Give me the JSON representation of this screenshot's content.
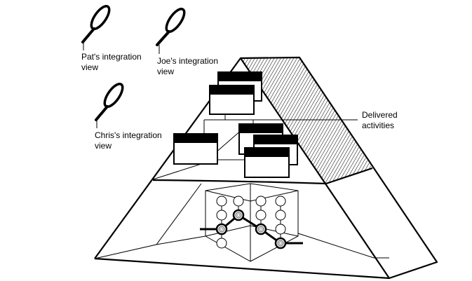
{
  "labels": {
    "pat": {
      "line1": "Pat's integration",
      "line2": "view"
    },
    "joe": {
      "line1": "Joe's integration",
      "line2": "view"
    },
    "chris": {
      "line1": "Chris's integration",
      "line2": "view"
    },
    "delivered": {
      "line1": "Delivered",
      "line2": "activities"
    }
  },
  "icons": [
    "magnifier-icon",
    "window-icon",
    "node-icon"
  ],
  "colors": {
    "ink": "#000000",
    "background": "#ffffff"
  }
}
